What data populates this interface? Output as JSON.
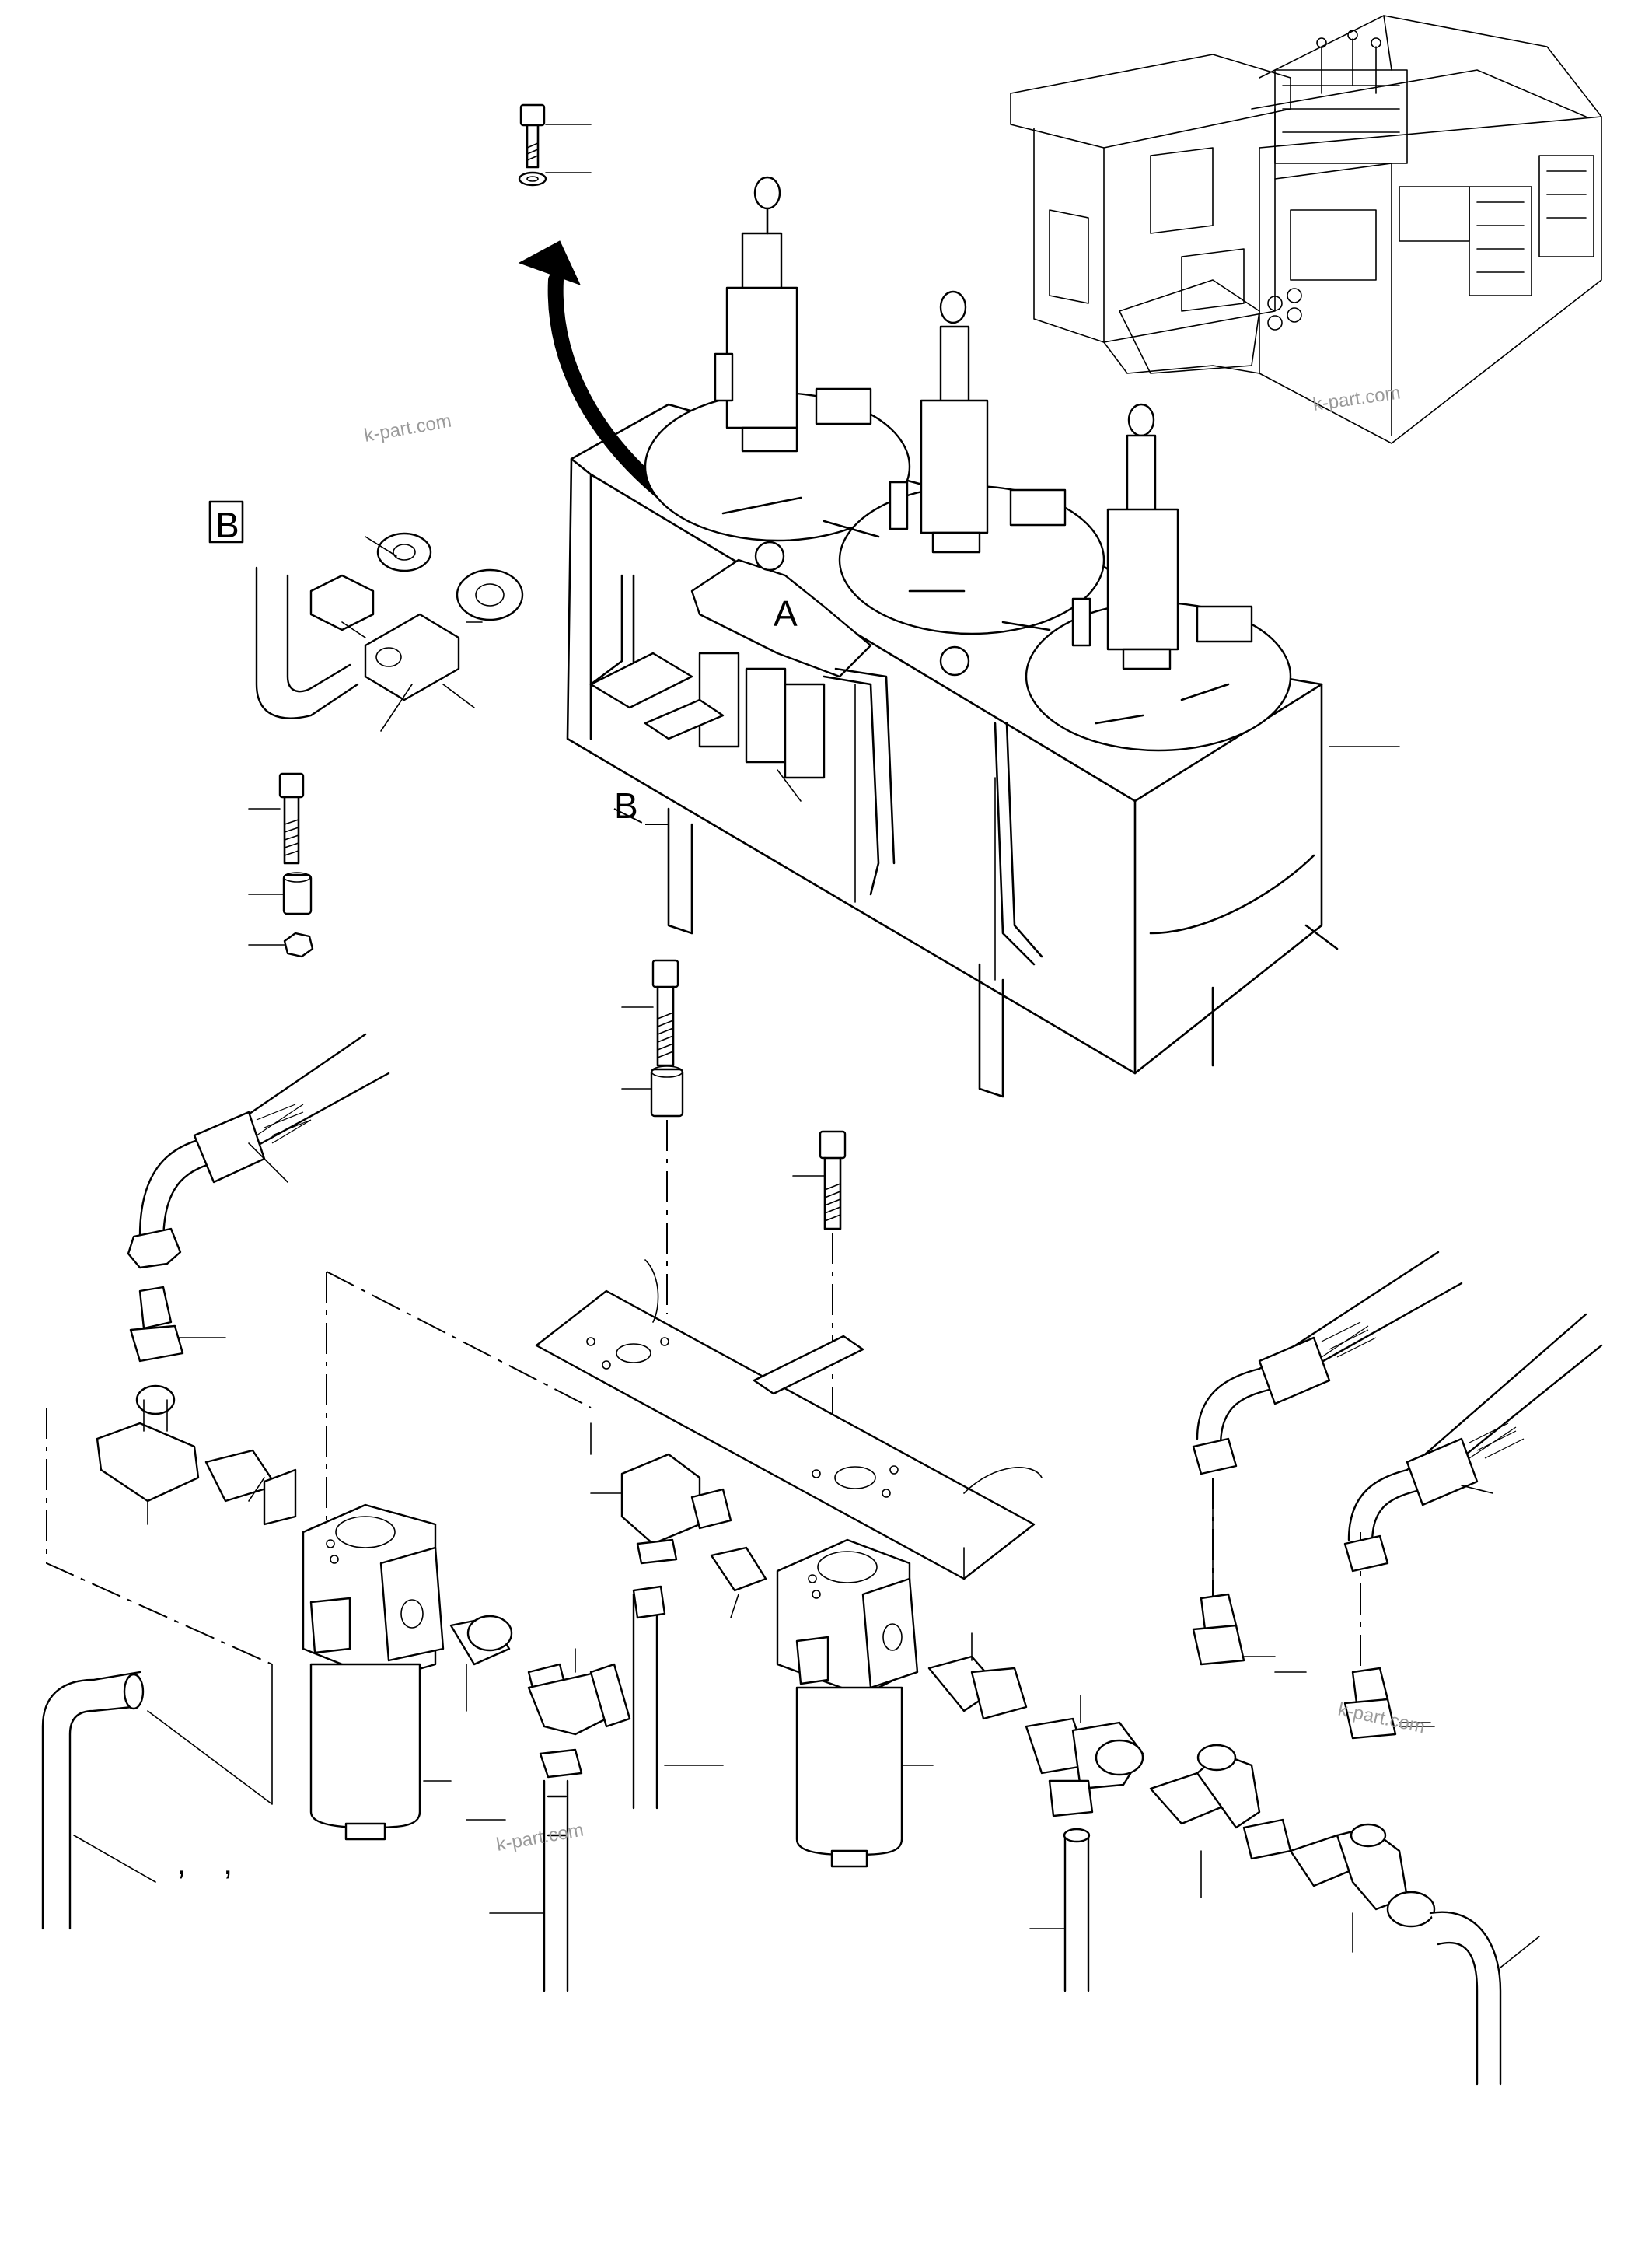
{
  "labels": {
    "view_a": "A",
    "view_b": "B",
    "detail_b_box": "B"
  },
  "watermark": "k-part.com",
  "punctuation": {
    "comma_1": ",",
    "comma_2": ","
  },
  "colors": {
    "line": "#000000",
    "background": "#ffffff",
    "watermark": "#9a9a9a"
  }
}
